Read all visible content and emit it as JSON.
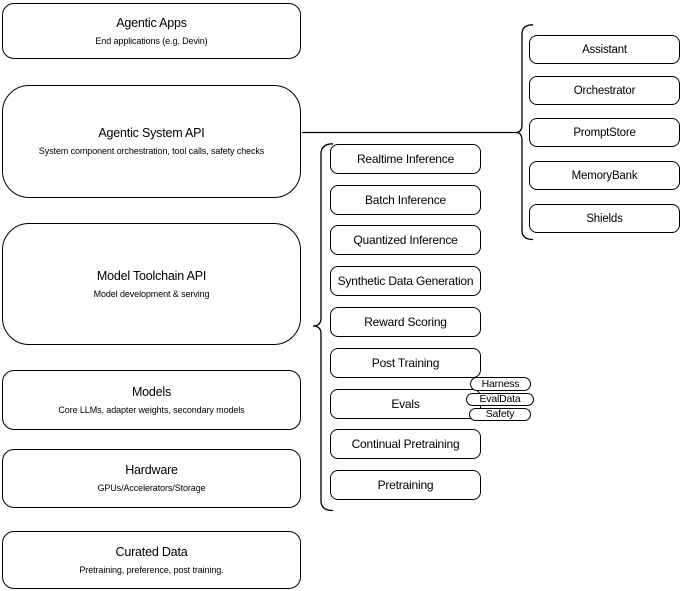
{
  "diagram": {
    "stack": [
      {
        "title": "Agentic Apps",
        "subtitle": "End applications (e.g. Devin)"
      },
      {
        "title": "Agentic System API",
        "subtitle": "System component orchestration, tool calls, safety checks"
      },
      {
        "title": "Model Toolchain API",
        "subtitle": "Model development & serving"
      },
      {
        "title": "Models",
        "subtitle": "Core LLMs, adapter weights, secondary models"
      },
      {
        "title": "Hardware",
        "subtitle": "GPUs/Accelerators/Storage"
      },
      {
        "title": "Curated Data",
        "subtitle": "Pretraining, preference, post training."
      }
    ],
    "toolchain_services": [
      "Realtime Inference",
      "Batch Inference",
      "Quantized Inference",
      "Synthetic Data Generation",
      "Reward Scoring",
      "Post Training",
      "Evals",
      "Continual Pretraining",
      "Pretraining"
    ],
    "eval_tags": [
      "Harness",
      "EvalData",
      "Safety"
    ],
    "system_components": [
      "Assistant",
      "Orchestrator",
      "PromptStore",
      "MemoryBank",
      "Shields"
    ],
    "colors": {
      "stroke": "#000000",
      "background": "#ffffff",
      "text": "#000000"
    }
  }
}
